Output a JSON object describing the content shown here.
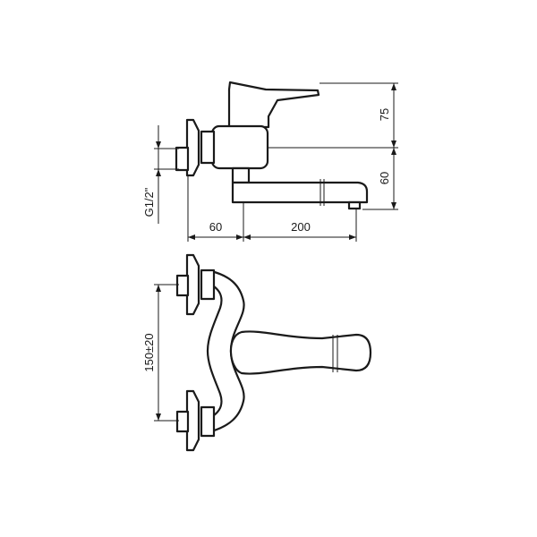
{
  "dimensions": {
    "height_top": "75",
    "height_bottom": "60",
    "thread": "G1/2\"",
    "offset": "60",
    "spout_reach": "200",
    "center_distance": "150±20"
  }
}
